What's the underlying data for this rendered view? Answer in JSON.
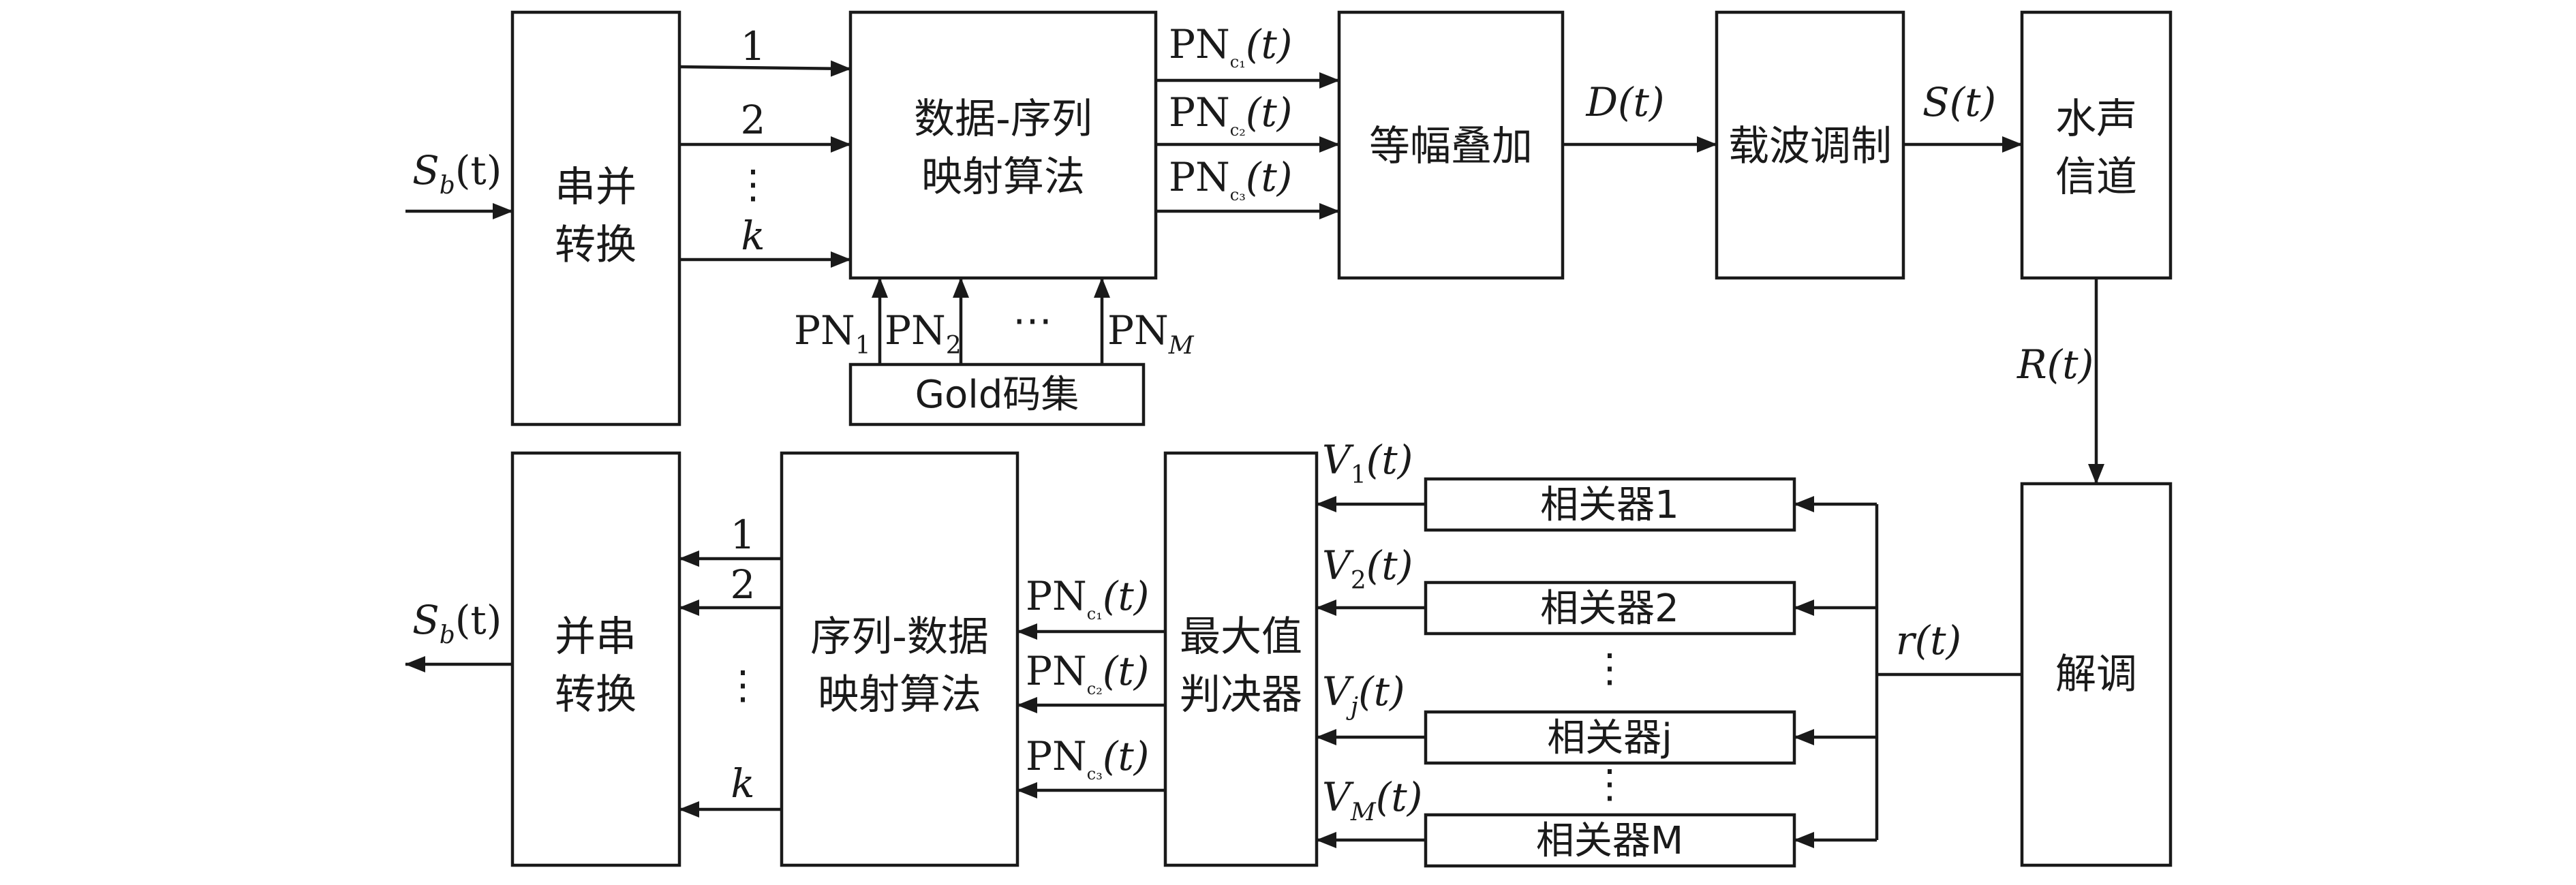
{
  "tx": {
    "serial_parallel": [
      "串并",
      "转换"
    ],
    "mapping": [
      "数据-序列",
      "映射算法"
    ],
    "equal_amp_sum": "等幅叠加",
    "carrier_mod": "载波调制",
    "channel": [
      "水声",
      "信道"
    ],
    "gold_set": "Gold码集",
    "input_label": "S",
    "input_sub": "b",
    "branch_labels": [
      "1",
      "2",
      "⋮",
      "k"
    ],
    "pn_out": [
      "PN",
      "PN",
      "PN"
    ],
    "pn_out_sub": [
      "c₁",
      "c₂",
      "c₃"
    ],
    "pn_in": [
      "PN",
      "PN",
      "⋯",
      "PN"
    ],
    "pn_in_sub": [
      "1",
      "2",
      "",
      "M"
    ],
    "d_label": "D",
    "s_label": "S",
    "r_label": "R",
    "t_suffix": "(t)"
  },
  "rx": {
    "demod": "解调",
    "correlators": [
      "相关器1",
      "相关器2",
      "相关器j",
      "相关器M"
    ],
    "corr_dots": [
      "⋮",
      "⋮"
    ],
    "max_decision": [
      "最大值",
      "判决器"
    ],
    "demapping": [
      "序列-数据",
      "映射算法"
    ],
    "parallel_serial": [
      "并串",
      "转换"
    ],
    "r_small": "r",
    "v_labels": [
      "V",
      "V",
      "V",
      "V"
    ],
    "v_subs": [
      "1",
      "2",
      "j",
      "M"
    ],
    "pn_labels": [
      "PN",
      "PN",
      "PN"
    ],
    "pn_subs": [
      "c₁",
      "c₂",
      "c₃"
    ],
    "branch_labels": [
      "1",
      "2",
      "⋮",
      "k"
    ],
    "output_label": "S",
    "output_sub": "b"
  },
  "colors": {
    "stroke": "#1a1a1a",
    "background": "#ffffff"
  }
}
